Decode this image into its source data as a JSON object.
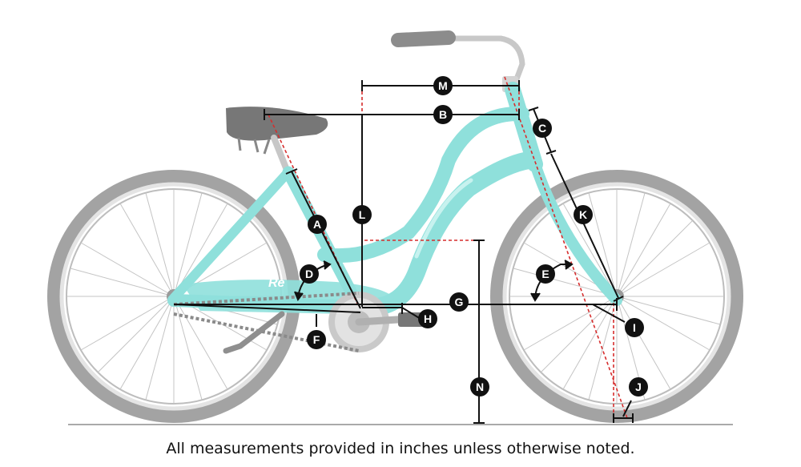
{
  "caption": "All measurements provided in inches unless otherwise noted.",
  "colors": {
    "frame": "#8fe0db",
    "frame_dark": "#6fcfca",
    "tire": "#9a9a9a",
    "tire_inner": "#e6e6e6",
    "measure_line": "#111111",
    "reference_dashed": "#d62d2d",
    "badge": "#111111",
    "ground": "#aaaaaa"
  },
  "bike_graphic": {
    "downtube_text": "Re",
    "icon": "cruiser-bicycle-icon"
  },
  "labels": {
    "A": "A",
    "B": "B",
    "C": "C",
    "D": "D",
    "E": "E",
    "F": "F",
    "G": "G",
    "H": "H",
    "I": "I",
    "J": "J",
    "K": "K",
    "L": "L",
    "M": "M",
    "N": "N"
  }
}
